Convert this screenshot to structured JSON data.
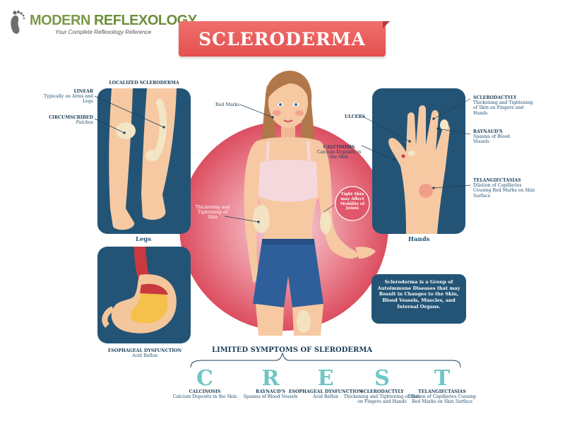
{
  "brand": {
    "name_part1": "MODERN ",
    "name_part2": "REFLEXOLOGY",
    "tagline": "Your Complete Reflexology Reference",
    "logo_icon": "footprint-icon"
  },
  "title": "SCLERODERMA",
  "localized_heading": "LOCALIZED SCLERODERMA",
  "legs_caption": "Legs",
  "hands_caption": "Hands",
  "left_labels": {
    "linear": {
      "title": "LINEAR",
      "text": "Typically on Arms and Legs"
    },
    "circumscribed": {
      "title": "CIRCUMSCRIBED",
      "text": "Patches"
    }
  },
  "center_labels": {
    "red_marks": "Red Marks",
    "calcinosis": {
      "title": "CALCINOSIS",
      "text": "Calcium Deposits in the Skin"
    },
    "tight_skin": "Tight Skin may Affect Mobility of Joints",
    "thickening": "Thickening and Tightening of Skin"
  },
  "right_labels": {
    "ulcers": "ULCERS",
    "sclerodactyly": {
      "title": "SCLERODACTYLY",
      "text": "Thickening and Tightening of Skin on Fingers and Hands"
    },
    "raynauds": {
      "title": "RAYNAUD'S",
      "text": "Spasms of Blood Vessels"
    },
    "telangiectasias": {
      "title": "TELANGIECTASIAS",
      "text": "Dilation of Capillaries Cousing Red Marks on Skin Surface"
    }
  },
  "esophageal": {
    "title": "ESOPHAGEAL DYSFUNCTION",
    "text": "Acid Reflux"
  },
  "info_box": "Scleroderma is a Group of Autoimmune Diseases that may Result in Changes to the Skin, Blood Vessels, Muscles, and Internal Organs.",
  "crest": {
    "heading": "LIMITED SYMPTOMS OF SLERODERMA",
    "items": [
      {
        "letter": "C",
        "title": "CALCINOSIS",
        "text": "Calcium Deposits in the Skin"
      },
      {
        "letter": "R",
        "title": "RAYNAUD'S",
        "text": "Spasms of Blood Vessels"
      },
      {
        "letter": "E",
        "title": "ESOPHAGEAL DYSFUNCTION",
        "text": "Acid Reflux"
      },
      {
        "letter": "S",
        "title": "SCLERODACTYLY",
        "text": "Thickening and Tightening of Skin on Fingers and Hands"
      },
      {
        "letter": "T",
        "title": "TELANGIECTASIAS",
        "text": "Dilation of Capillaries Cousing Red Marks on Skin Surface"
      }
    ]
  },
  "colors": {
    "panel": "#235476",
    "title_banner": "#e4504f",
    "circle": "#e05566",
    "crest_letter": "#6fc7c5",
    "skin": "#f6c9a3",
    "patch": "#f3e6c4"
  }
}
